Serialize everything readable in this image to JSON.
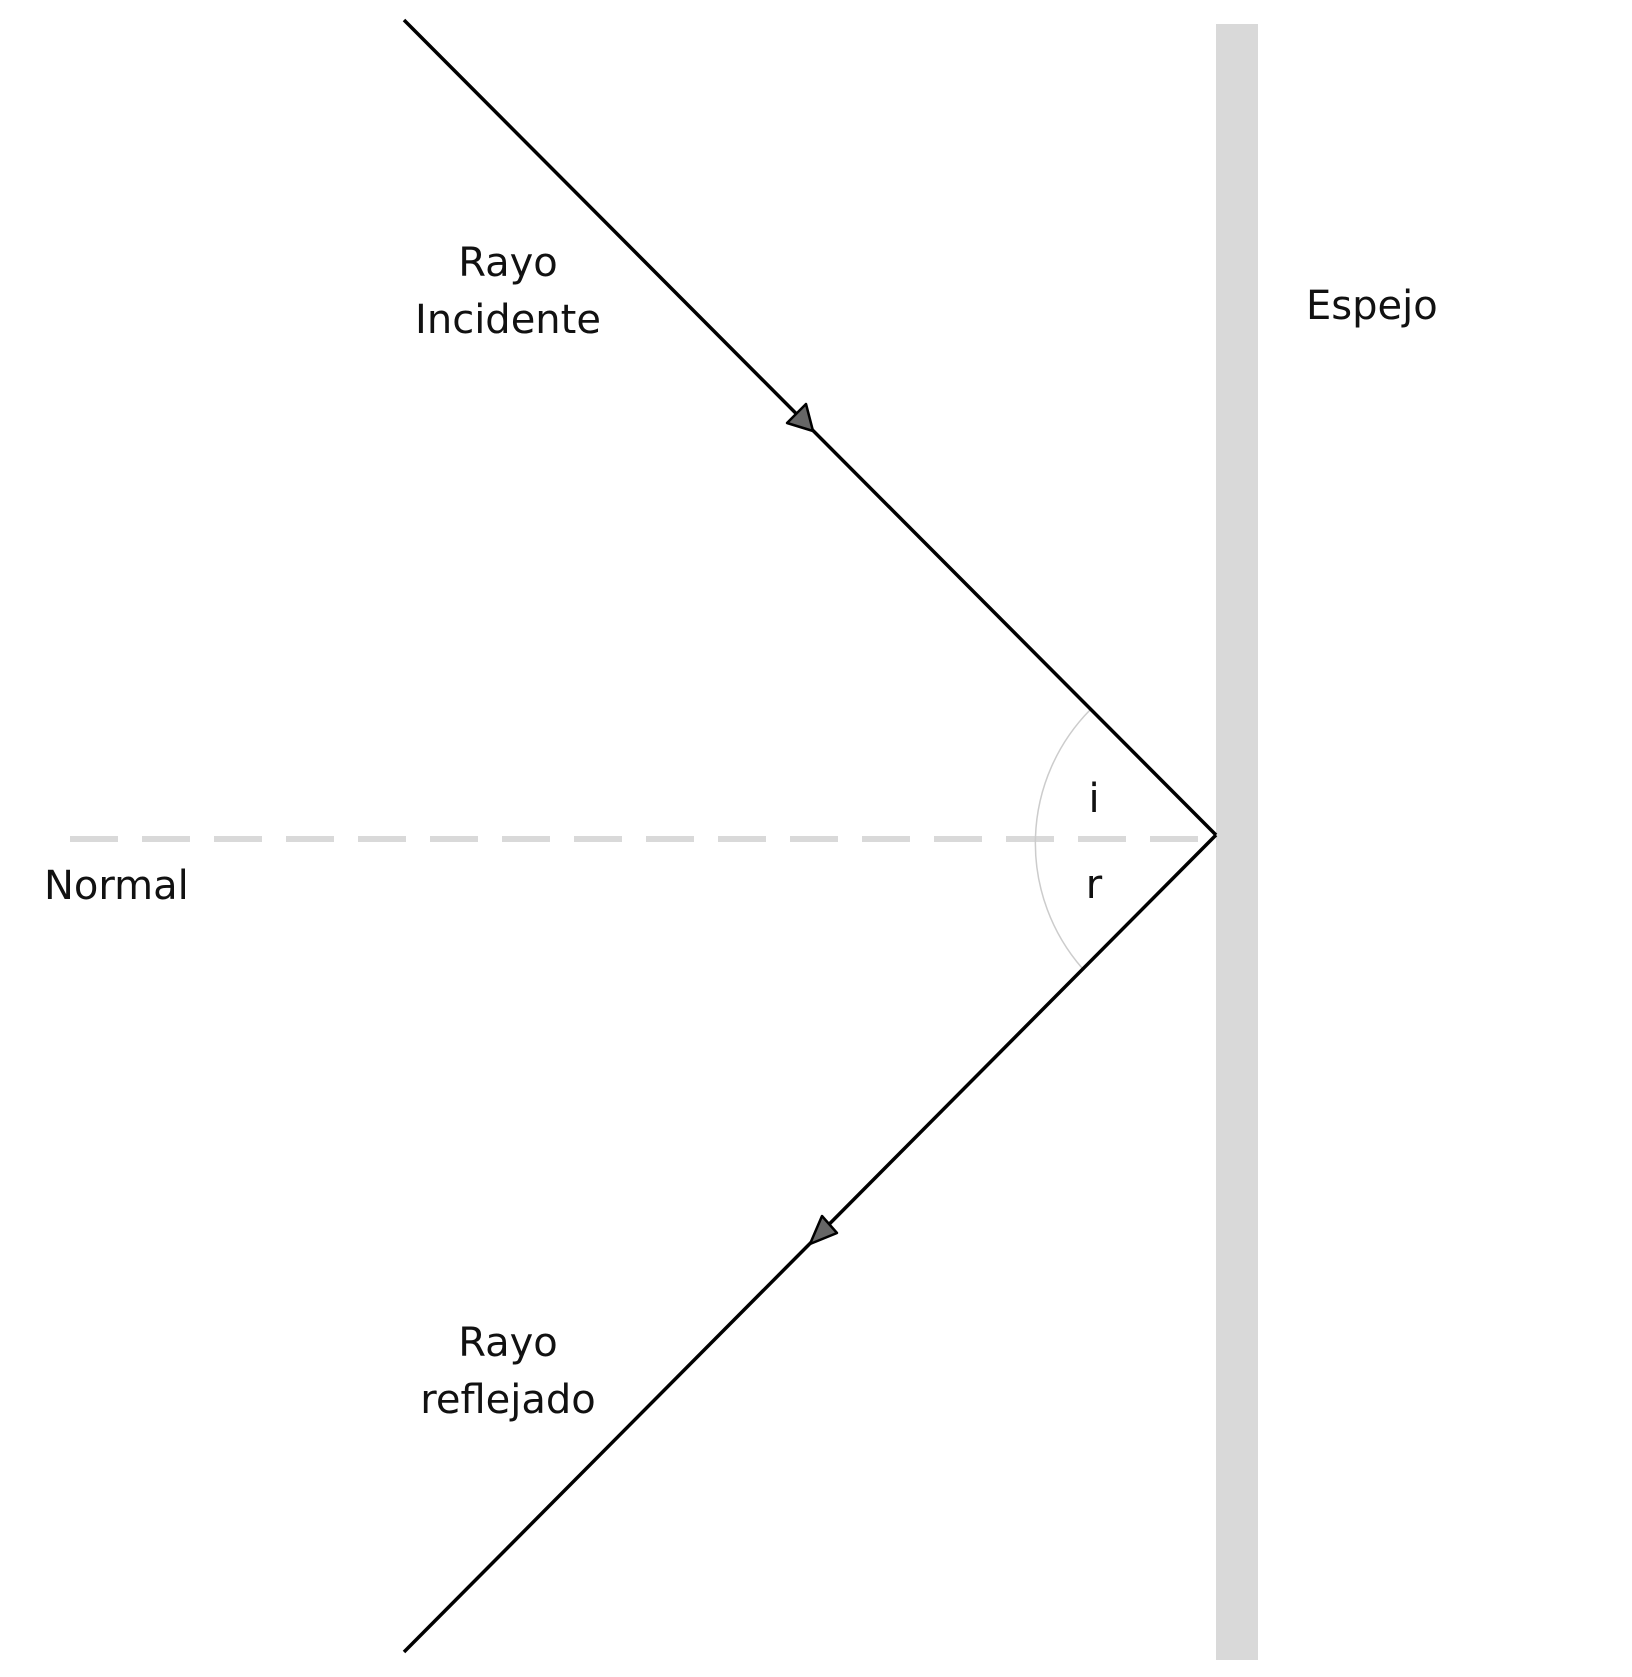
{
  "labels": {
    "incident_line1": "Rayo",
    "incident_line2": "Incidente",
    "reflected_line1": "Rayo",
    "reflected_line2": "reflejado",
    "mirror": "Espejo",
    "normal": "Normal",
    "angle_incidence": "i",
    "angle_reflection": "r"
  },
  "colors": {
    "ray": "#000000",
    "arrowhead_fill": "#666666",
    "mirror": "#d9d9d9",
    "normal_line": "#d9d9d9",
    "angle_arc": "#cccccc",
    "text": "#111111"
  }
}
